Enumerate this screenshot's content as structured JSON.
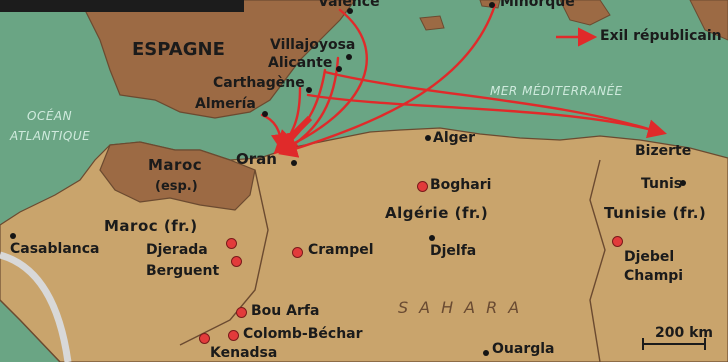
{
  "legend": {
    "label": "Exil républicain"
  },
  "scale": {
    "label": "200 km"
  },
  "regions": {
    "espagne": "ESPAGNE",
    "maroc_esp_1": "Maroc",
    "maroc_esp_2": "(esp.)",
    "maroc_fr": "Maroc (fr.)",
    "algerie": "Algérie (fr.)",
    "tunisie": "Tunisie (fr.)",
    "sahara": "SAHARA"
  },
  "seas": {
    "ocean_1": "OCÉAN",
    "ocean_2": "ATLANTIQUE",
    "mer": "MER MÉDITERRANÉE"
  },
  "places": {
    "valence": "Valence",
    "minorque": "Minorque",
    "villajoyosa": "Villajoyosa",
    "alicante": "Alicante",
    "carthagene": "Carthagène",
    "almeria": "Almería",
    "oran": "Oran",
    "alger": "Alger",
    "bizerte": "Bizerte",
    "tunis": "Tunis",
    "boghari": "Boghari",
    "casablanca": "Casablanca",
    "djerada": "Djerada",
    "berguent": "Berguent",
    "crampel": "Crampel",
    "djelfa": "Djelfa",
    "djebel_champi_1": "Djebel",
    "djebel_champi_2": "Champi",
    "bou_arfa": "Bou Arfa",
    "colomb_bechar": "Colomb-Béchar",
    "kenadsa": "Kenadsa",
    "ouargla": "Ouargla"
  },
  "colors": {
    "sea": "#6aa584",
    "land_light": "#c9a46c",
    "land_dark": "#9c6a44",
    "route": "#e02a2a"
  }
}
